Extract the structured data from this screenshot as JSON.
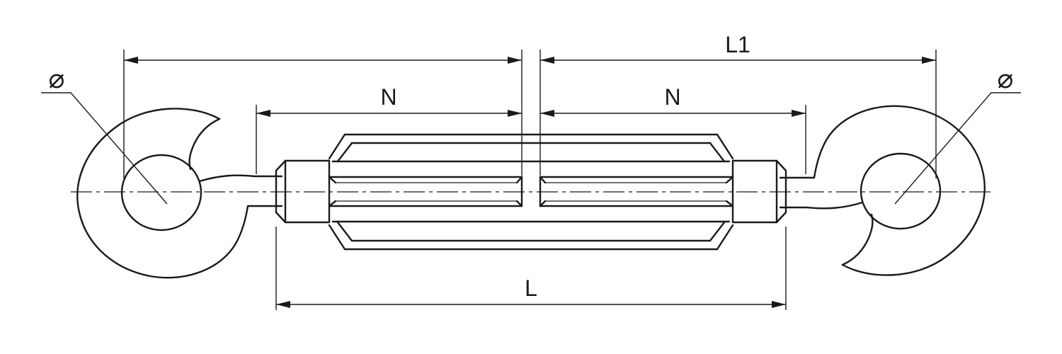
{
  "colors": {
    "ink": "#1a1a1a",
    "background": "#ffffff"
  },
  "dimensions": {
    "l1": {
      "label": "L1"
    },
    "n_left": {
      "label": "N"
    },
    "n_right": {
      "label": "N"
    },
    "l": {
      "label": "L"
    },
    "dia_left": {
      "label": "⌀"
    },
    "dia_right": {
      "label": "⌀"
    }
  }
}
